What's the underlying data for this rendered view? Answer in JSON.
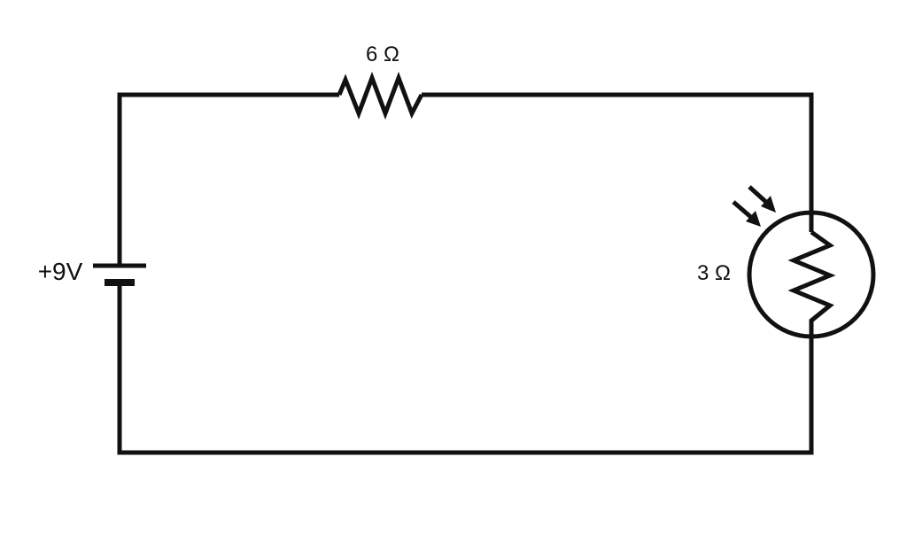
{
  "diagram": {
    "battery": {
      "label": "+9V"
    },
    "resistor": {
      "label": "6 Ω"
    },
    "photoresistor": {
      "label": "3 Ω"
    }
  },
  "colors": {
    "ink": "#111111",
    "background": "#ffffff"
  }
}
